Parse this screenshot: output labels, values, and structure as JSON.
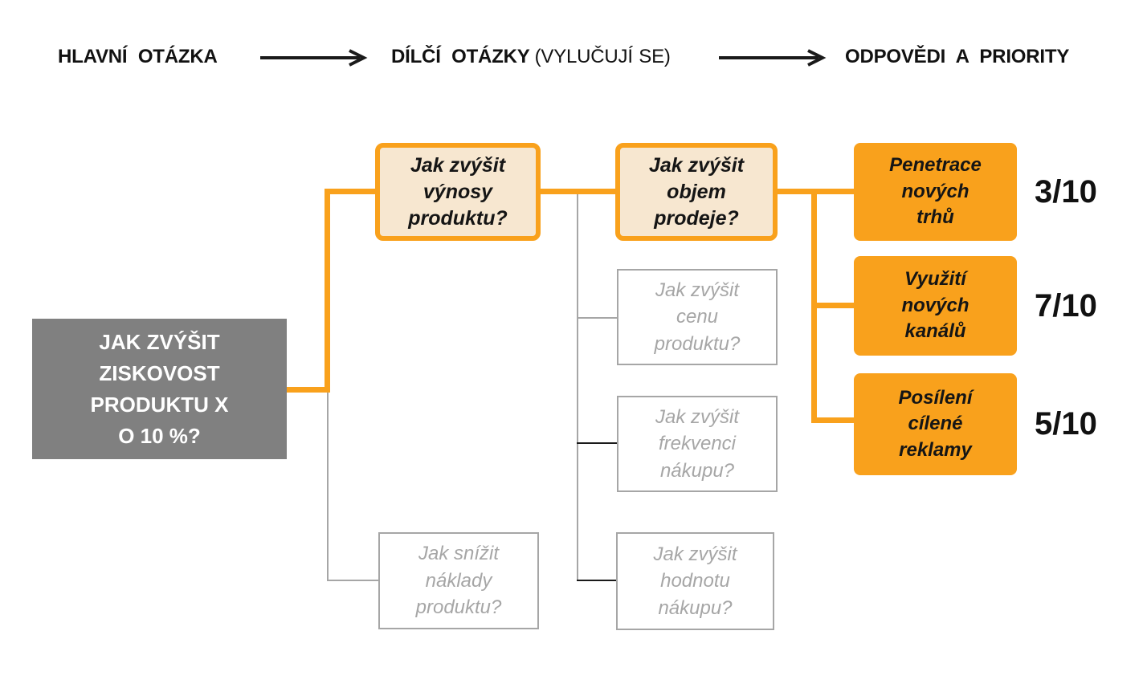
{
  "colors": {
    "orange": "#F9A11C",
    "cream": "#F7E7D0",
    "gray_fill": "#808080",
    "gray_line": "#A6A6A6",
    "black": "#111111"
  },
  "header": {
    "col1": "HLAVNÍ OTÁZKA",
    "col2_bold": "DÍLČÍ OTÁZKY",
    "col2_note": "(VYLUČUJÍ SE)",
    "col3": "ODPOVĚDI A PRIORITY"
  },
  "tree": {
    "root": {
      "text": "JAK ZVÝŠIT\nZISKOVOST\nPRODUKTU X\nO 10 %?"
    },
    "revenue": {
      "text": "Jak zvýšit\nvýnosy\nproduktu?"
    },
    "costs": {
      "text": "Jak snížit\nnáklady\nproduktu?"
    },
    "volume": {
      "text": "Jak zvýšit\nobjem\nprodeje?"
    },
    "price": {
      "text": "Jak zvýšit\ncenu\nproduktu?"
    },
    "frequency": {
      "text": "Jak zvýšit\nfrekvenci\nnákupu?"
    },
    "value": {
      "text": "Jak zvýšit\nhodnotu\nnákupu?"
    },
    "answers": [
      {
        "text": "Penetrace\nnových\ntrhů",
        "score": "3/10"
      },
      {
        "text": "Využití\nnových\nkanálů",
        "score": "7/10"
      },
      {
        "text": "Posílení\ncílené\nreklamy",
        "score": "5/10"
      }
    ]
  }
}
